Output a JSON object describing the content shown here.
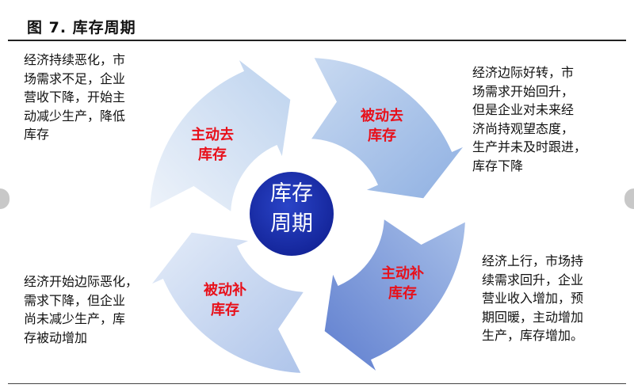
{
  "figure": {
    "title": "图 7. 库存周期"
  },
  "center": {
    "label": "库存\n周期",
    "color": "#1a2fb0"
  },
  "phases": [
    {
      "id": "tl",
      "label": "主动去\n库存",
      "description": "经济持续恶化，市\n场需求不足，企业\n营收下降，开始主\n动减少生产，降低\n库存"
    },
    {
      "id": "tr",
      "label": "被动去\n库存",
      "description": "经济边际好转，市\n场需求开始回升，\n但是企业对未来经\n济尚持观望态度，\n生产并未及时跟进，\n库存下降"
    },
    {
      "id": "br",
      "label": "主动补\n库存",
      "description": "经济上行，市场持\n续需求回升，企业\n营业收入增加，预\n期回暖，主动增加\n生产，库存增加。"
    },
    {
      "id": "bl",
      "label": "被动补\n库存",
      "description": "经济开始边际恶化，\n需求下降，但企业\n尚未减少生产，库\n存被动增加"
    }
  ],
  "colors": {
    "phase_text": "#e8101a",
    "arrow_light": "#dde8f6",
    "arrow_mid": "#a9c3e8",
    "arrow_dark": "#6d8fd4"
  }
}
